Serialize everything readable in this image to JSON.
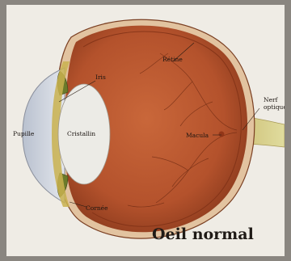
{
  "diagram": {
    "title": "Oeil normal",
    "labels": {
      "retine": "Rétine",
      "iris": "Iris",
      "pupille": "Pupille",
      "cristallin": "Cristallin",
      "macula": "Macula",
      "nerf_line1": "Nerf",
      "nerf_line2": "optique",
      "cornee": "Cornée"
    },
    "colors": {
      "background": "#efece5",
      "frame": "#8a8680",
      "eyeball": "#b8542e",
      "sclera": "#e6c9a8",
      "lens": "#ece9e2",
      "cornea": "#cfd5df",
      "optic_nerve": "#d6d08a"
    }
  }
}
